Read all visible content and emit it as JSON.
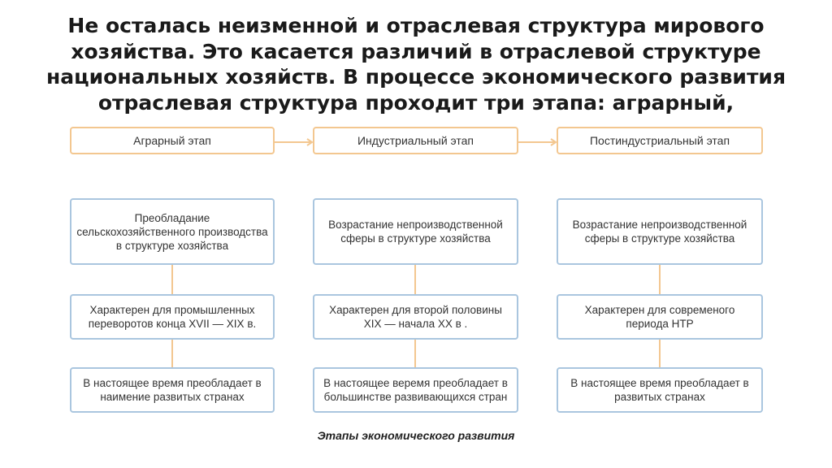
{
  "slide": {
    "title": "Не осталась неизменной и отраслевая структура мирового хозяйства. Это касается различий в отраслевой структуре национальных хозяйств. В процессе экономического развития отраслевая структура проходит три этапа: аграрный,",
    "caption": "Этапы экономического развития"
  },
  "diagram": {
    "accent_color": "#f3c790",
    "box_border_color": "#aac6df",
    "stages": [
      {
        "label": "Аграрный этап"
      },
      {
        "label": "Индустриальный этап"
      },
      {
        "label": "Постиндустриальный  этап"
      }
    ],
    "columns": [
      {
        "feature": "Преобладание сельскохозяйственного производства в структуре хозяйства",
        "period": "Характерен для промышленных переворотов конца XVII —  XIX в.",
        "now": "В настоящее время преобладает в наимение развитых странах"
      },
      {
        "feature": "Возрастание непроизводственной сферы в структуре хозяйства",
        "period": "Характерен для второй половины XIX — начала XX в .",
        "now": "В настоящее веремя преобладает в большинстве развивающихся стран"
      },
      {
        "feature": "Возрастание непроизводственной сферы в структуре хозяйства",
        "period": "Характерен для современого периода НТР",
        "now": "В настоящее время преобладает в развитых странах"
      }
    ]
  }
}
